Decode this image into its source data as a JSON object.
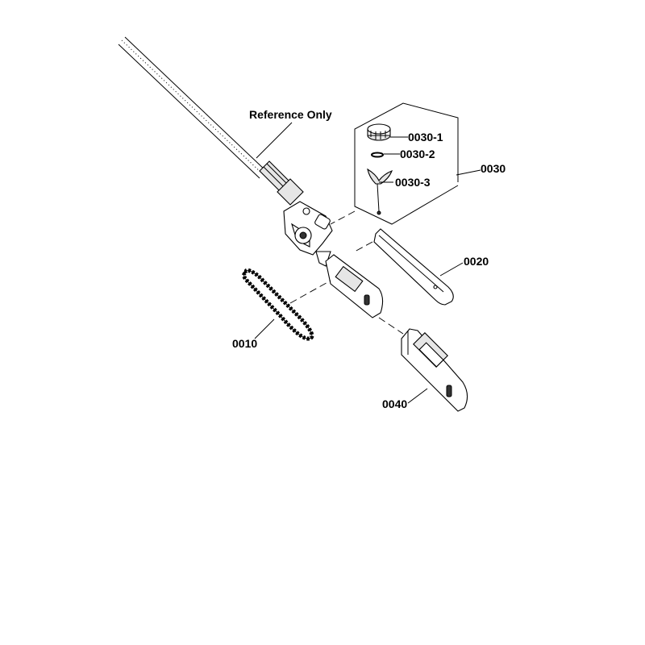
{
  "callouts": {
    "reference": "Reference Only",
    "cap": "0030-1",
    "oring": "0030-2",
    "filter": "0030-3",
    "kit": "0030",
    "bar": "0020",
    "chain": "0010",
    "cover": "0040"
  }
}
